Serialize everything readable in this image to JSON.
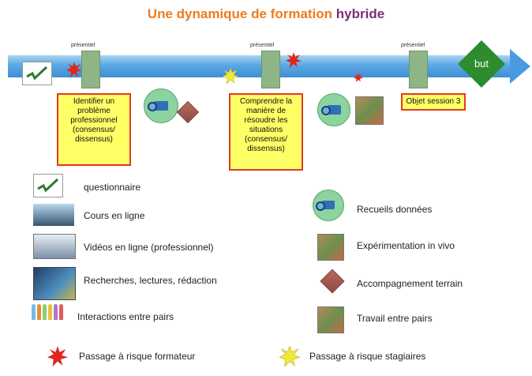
{
  "title": {
    "part1": "Une dynamique de formation ",
    "part2": "hybride"
  },
  "timeline": {
    "presentiel_label": "présentiel",
    "goal_label": "but",
    "notes": [
      "Identifier un problème professionnel (consensus/ dissensus)",
      "Comprendre la manière de résoudre les situations (consensus/ dissensus)",
      "Objet session 3"
    ]
  },
  "legend": {
    "questionnaire": "questionnaire",
    "cours": "Cours en ligne",
    "videos": "Vidéos en ligne (professionnel)",
    "recherches": "Recherches, lectures, rédaction",
    "interactions": "Interactions entre pairs",
    "recueils": "Recueils données",
    "experimentation": "Expérimentation in vivo",
    "accompagnement": "Accompagnement terrain",
    "travail": "Travail entre pairs",
    "risque_formateur": "Passage à risque formateur",
    "risque_stagiaires": "Passage à risque stagiaires"
  },
  "colors": {
    "title_orange": "#ee7b1e",
    "title_purple": "#7a2f6e",
    "timeline_blue": "#4a9ae0",
    "goal_green": "#2e8b2e",
    "note_yellow": "#ffff66",
    "note_border": "#e03a24",
    "risk_red": "#e0261b",
    "risk_yellow": "#f1e93a"
  },
  "icons": [
    "check-icon",
    "camera-icon",
    "diamond-icon",
    "photo-icon",
    "burst-icon",
    "people-icon"
  ]
}
